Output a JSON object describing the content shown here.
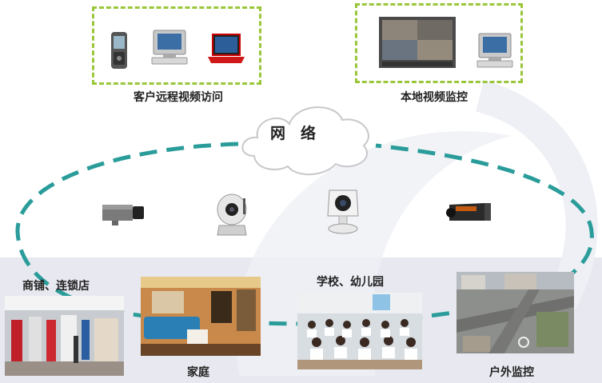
{
  "network": {
    "label": "网　络"
  },
  "groups": {
    "remote": {
      "label": "客户远程视频访问",
      "devices": [
        "mobile-phone-icon",
        "desktop-computer-icon",
        "laptop-icon"
      ]
    },
    "local": {
      "label": "本地视频监控",
      "devices": [
        "monitor-screen-icon",
        "desktop-computer-icon"
      ]
    }
  },
  "cameras": [
    "box-camera-icon",
    "ptz-dome-camera-icon",
    "desk-camera-icon",
    "bullet-camera-icon"
  ],
  "scenes": [
    {
      "id": "shop",
      "label": "商铺、连锁店"
    },
    {
      "id": "home",
      "label": "家庭"
    },
    {
      "id": "school",
      "label": "学校、幼儿园"
    },
    {
      "id": "outdoor",
      "label": "户外监控"
    }
  ],
  "colors": {
    "dashed_ring": "#2a9c9a",
    "group_border": "#9ac63a",
    "band": "#e8e9f0"
  }
}
